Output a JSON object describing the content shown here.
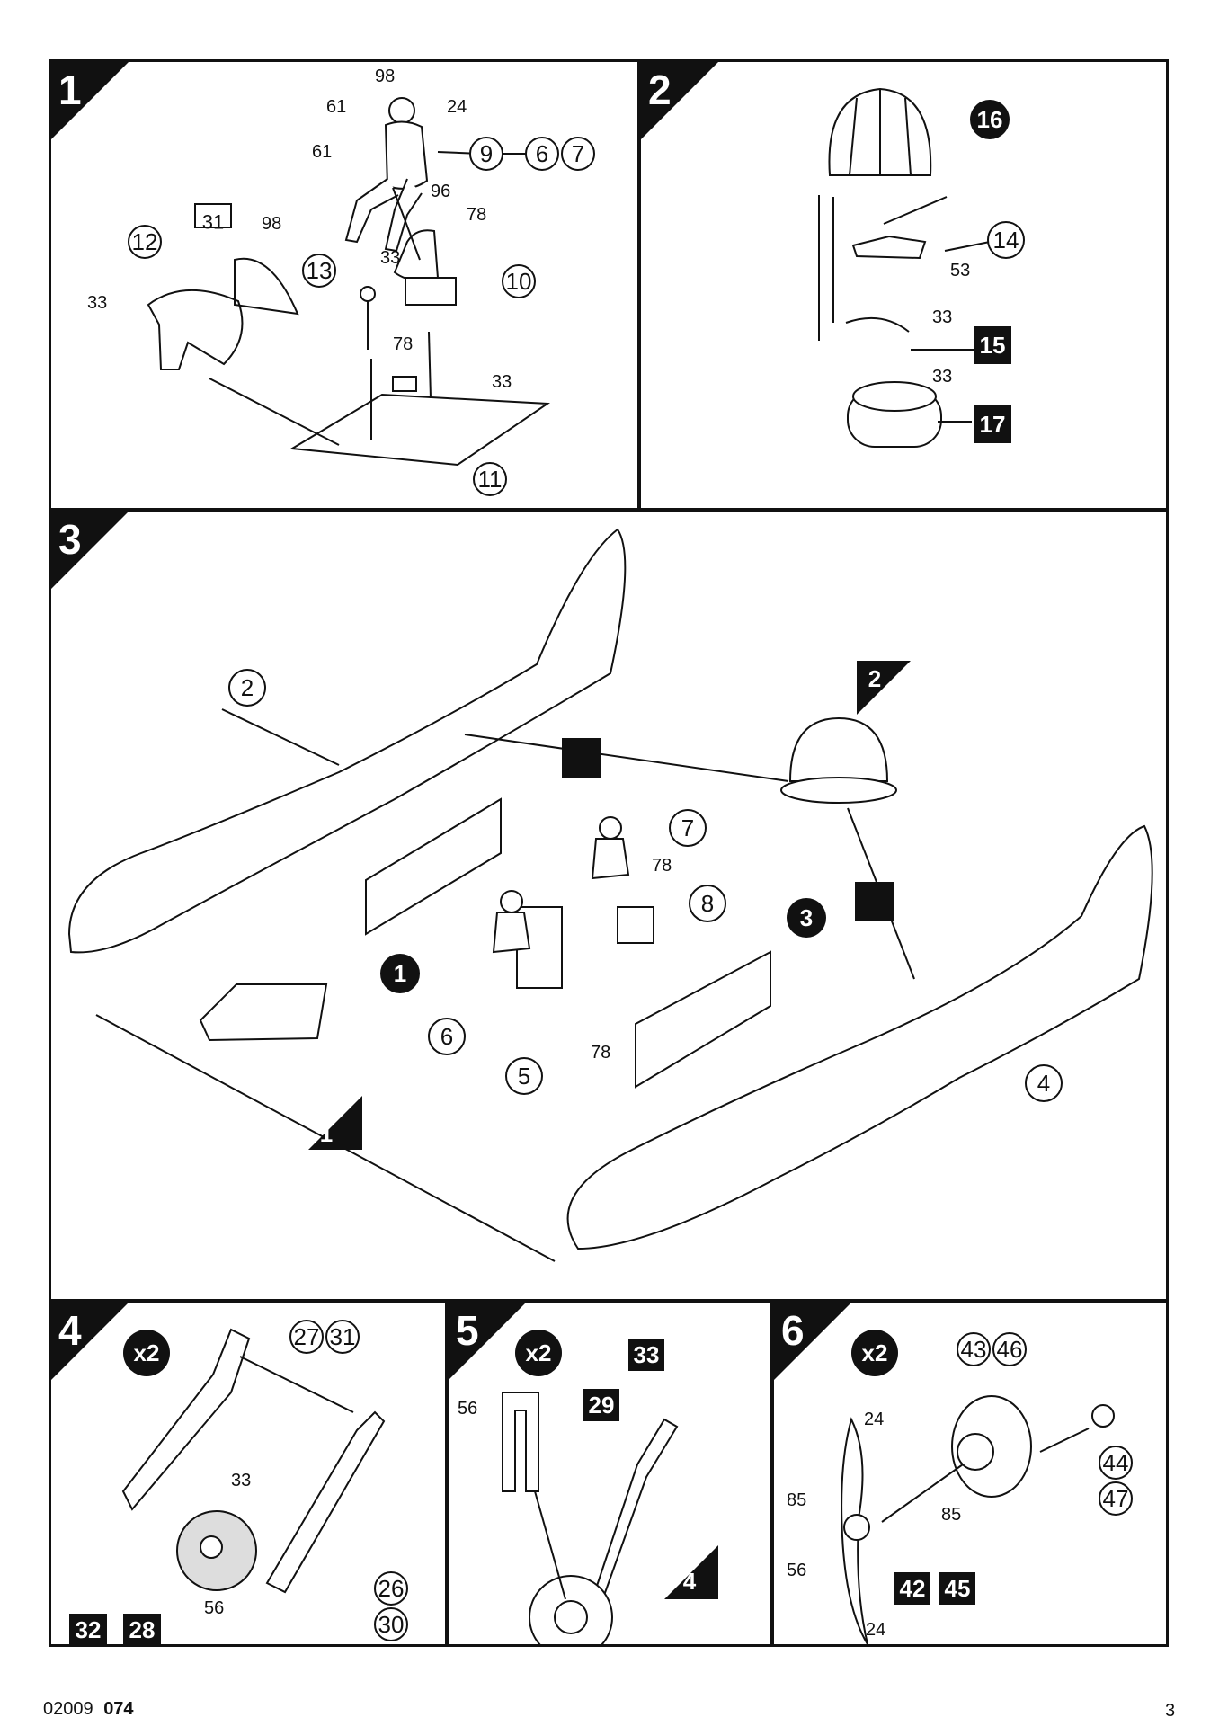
{
  "steps": [
    {
      "number": "1",
      "labels": [
        "98",
        "61",
        "24",
        "61",
        "96",
        "98",
        "78",
        "33",
        "33",
        "78",
        "33",
        "9",
        "6",
        "7",
        "10",
        "11",
        "12",
        "13",
        "31"
      ]
    },
    {
      "number": "2",
      "labels": [
        "16",
        "14",
        "53",
        "33",
        "15",
        "33",
        "17"
      ]
    },
    {
      "number": "3",
      "labels": [
        "2",
        "7",
        "78",
        "8",
        "3",
        "1",
        "6",
        "5",
        "78",
        "4",
        "2",
        "1"
      ]
    },
    {
      "number": "4",
      "multiplier": "x2",
      "labels": [
        "27",
        "31",
        "33",
        "56",
        "26",
        "30",
        "32",
        "28"
      ]
    },
    {
      "number": "5",
      "multiplier": "x2",
      "labels": [
        "33",
        "56",
        "29",
        "4"
      ]
    },
    {
      "number": "6",
      "multiplier": "x2",
      "labels": [
        "43",
        "46",
        "24",
        "44",
        "47",
        "85",
        "85",
        "56",
        "42",
        "45",
        "24"
      ]
    }
  ],
  "footer": {
    "code": "02009",
    "sub": "074",
    "page": "3"
  }
}
